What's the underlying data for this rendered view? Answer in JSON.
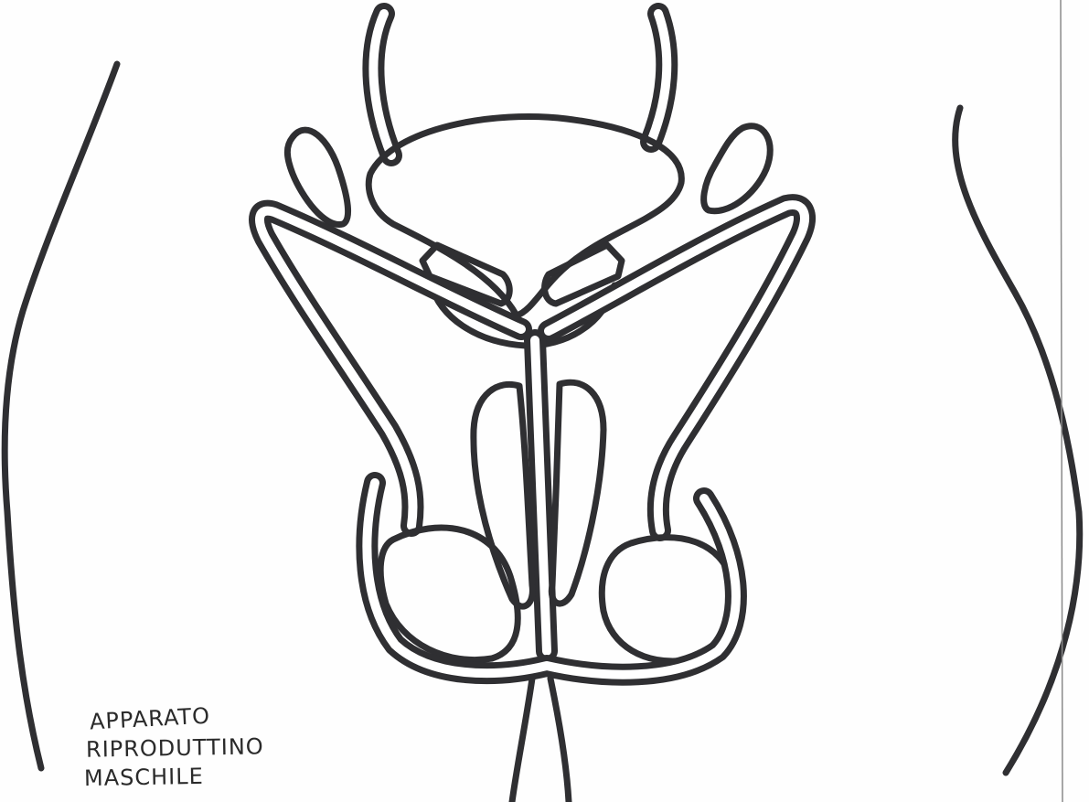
{
  "caption": {
    "line1": "APPARATO",
    "line2": "RIPRODUTTINO",
    "line3": "MASCHILE"
  },
  "colors": {
    "ink": "#2f2f32",
    "paper": "#fefefe"
  }
}
